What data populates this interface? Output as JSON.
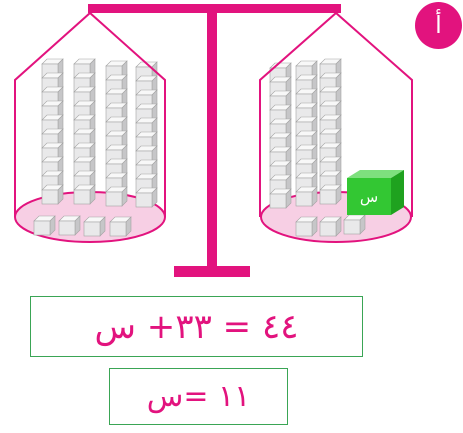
{
  "badge": {
    "label": "أ"
  },
  "unknown_cube": {
    "label": "س"
  },
  "equations": {
    "line1": "٤٤ = ٣٣+ س",
    "line2": "١١ =س"
  },
  "left_pan": {
    "rods": 4,
    "units": 4
  },
  "right_pan": {
    "rods": 3,
    "units": 3,
    "unknowns": 1
  },
  "colors": {
    "accent": "#e2137e",
    "pan_fill": "#f7cfe4",
    "box_border": "#3aa555",
    "cube_green": "#33c733",
    "block_gray": "#e9e9ea"
  }
}
